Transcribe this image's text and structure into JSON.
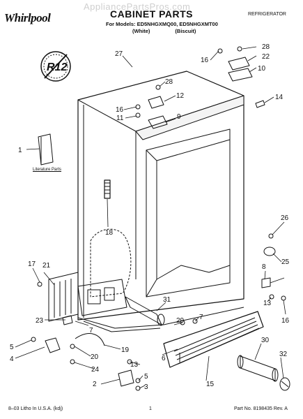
{
  "header": {
    "brand": "Whirlpool",
    "title": "CABINET PARTS",
    "category": "REFRIGERATOR",
    "models_line": "For Models: ED5NHGXMQ00, ED5NHGXMT00",
    "variants": [
      "(White)",
      "(Biscuit)"
    ],
    "watermark": "AppliancePartsPros.com"
  },
  "badge": {
    "text": "R12"
  },
  "literature_label": "Literature Parts",
  "callouts": [
    "1",
    "2",
    "3",
    "4",
    "5",
    "6",
    "7",
    "8",
    "9",
    "10",
    "11",
    "12",
    "13",
    "14",
    "15",
    "16",
    "17",
    "18",
    "19",
    "20",
    "21",
    "22",
    "23",
    "24",
    "25",
    "26",
    "27",
    "28",
    "29",
    "30",
    "31",
    "32"
  ],
  "footer": {
    "left": "8–03 Litho In U.S.A. (kdj)",
    "page": "1",
    "right": "Part No. 8198435 Rev. A"
  }
}
